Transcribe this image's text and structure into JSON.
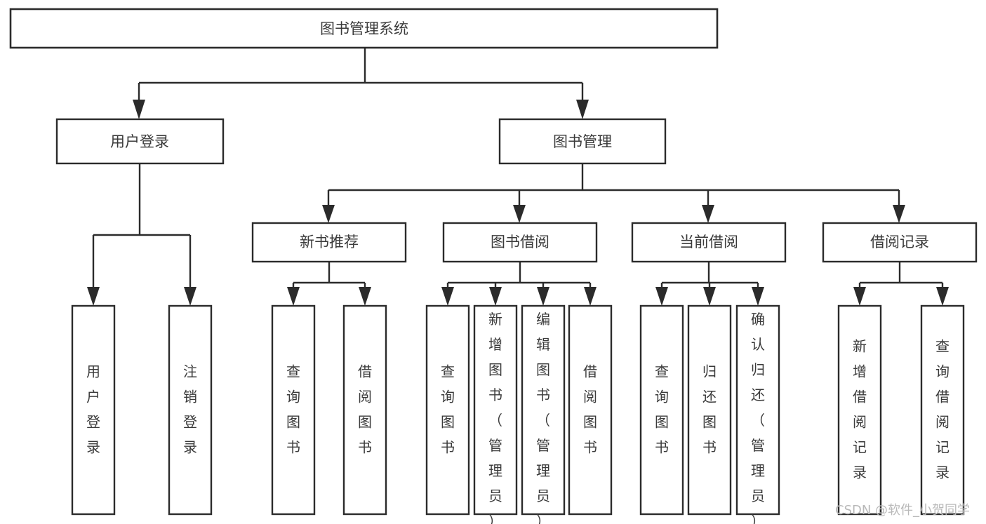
{
  "diagram": {
    "type": "tree-hierarchy-chart",
    "title": "图书管理系统",
    "root": {
      "id": "root",
      "label": "图书管理系统"
    },
    "level2": [
      {
        "id": "user-login",
        "label": "用户登录"
      },
      {
        "id": "book-manage",
        "label": "图书管理"
      }
    ],
    "level3": [
      {
        "id": "new-book-recommend",
        "label": "新书推荐",
        "parent": "book-manage"
      },
      {
        "id": "book-borrow",
        "label": "图书借阅",
        "parent": "book-manage"
      },
      {
        "id": "current-borrow",
        "label": "当前借阅",
        "parent": "book-manage"
      },
      {
        "id": "borrow-record",
        "label": "借阅记录",
        "parent": "book-manage"
      }
    ],
    "leaves": [
      {
        "id": "leaf-user-login",
        "label": "用户登录",
        "parent": "user-login"
      },
      {
        "id": "leaf-logout-login",
        "label": "注销登录",
        "parent": "user-login"
      },
      {
        "id": "leaf-query-book-1",
        "label": "查询图书",
        "parent": "new-book-recommend"
      },
      {
        "id": "leaf-borrow-book-1",
        "label": "借阅图书",
        "parent": "new-book-recommend"
      },
      {
        "id": "leaf-query-book-2",
        "label": "查询图书",
        "parent": "book-borrow"
      },
      {
        "id": "leaf-add-book",
        "label": "新增图书（管理员）",
        "parent": "book-borrow"
      },
      {
        "id": "leaf-edit-book",
        "label": "编辑图书（管理员）",
        "parent": "book-borrow"
      },
      {
        "id": "leaf-borrow-book-2",
        "label": "借阅图书",
        "parent": "book-borrow"
      },
      {
        "id": "leaf-query-book-3",
        "label": "查询图书",
        "parent": "current-borrow"
      },
      {
        "id": "leaf-return-book",
        "label": "归还图书",
        "parent": "current-borrow"
      },
      {
        "id": "leaf-confirm-return",
        "label": "确认归还（管理员）",
        "parent": "current-borrow"
      },
      {
        "id": "leaf-add-record",
        "label": "新增借阅记录",
        "parent": "borrow-record"
      },
      {
        "id": "leaf-query-record",
        "label": "查询借阅记录",
        "parent": "borrow-record"
      }
    ],
    "colors": {
      "box_stroke": "#2b2b2b",
      "box_fill": "#ffffff",
      "connector": "#2b2b2b",
      "label_text": "#3a3a3a",
      "background": "#ffffff",
      "watermark": "#b9b9b9"
    }
  },
  "watermark": {
    "text": "CSDN @软件_小贺同学"
  }
}
